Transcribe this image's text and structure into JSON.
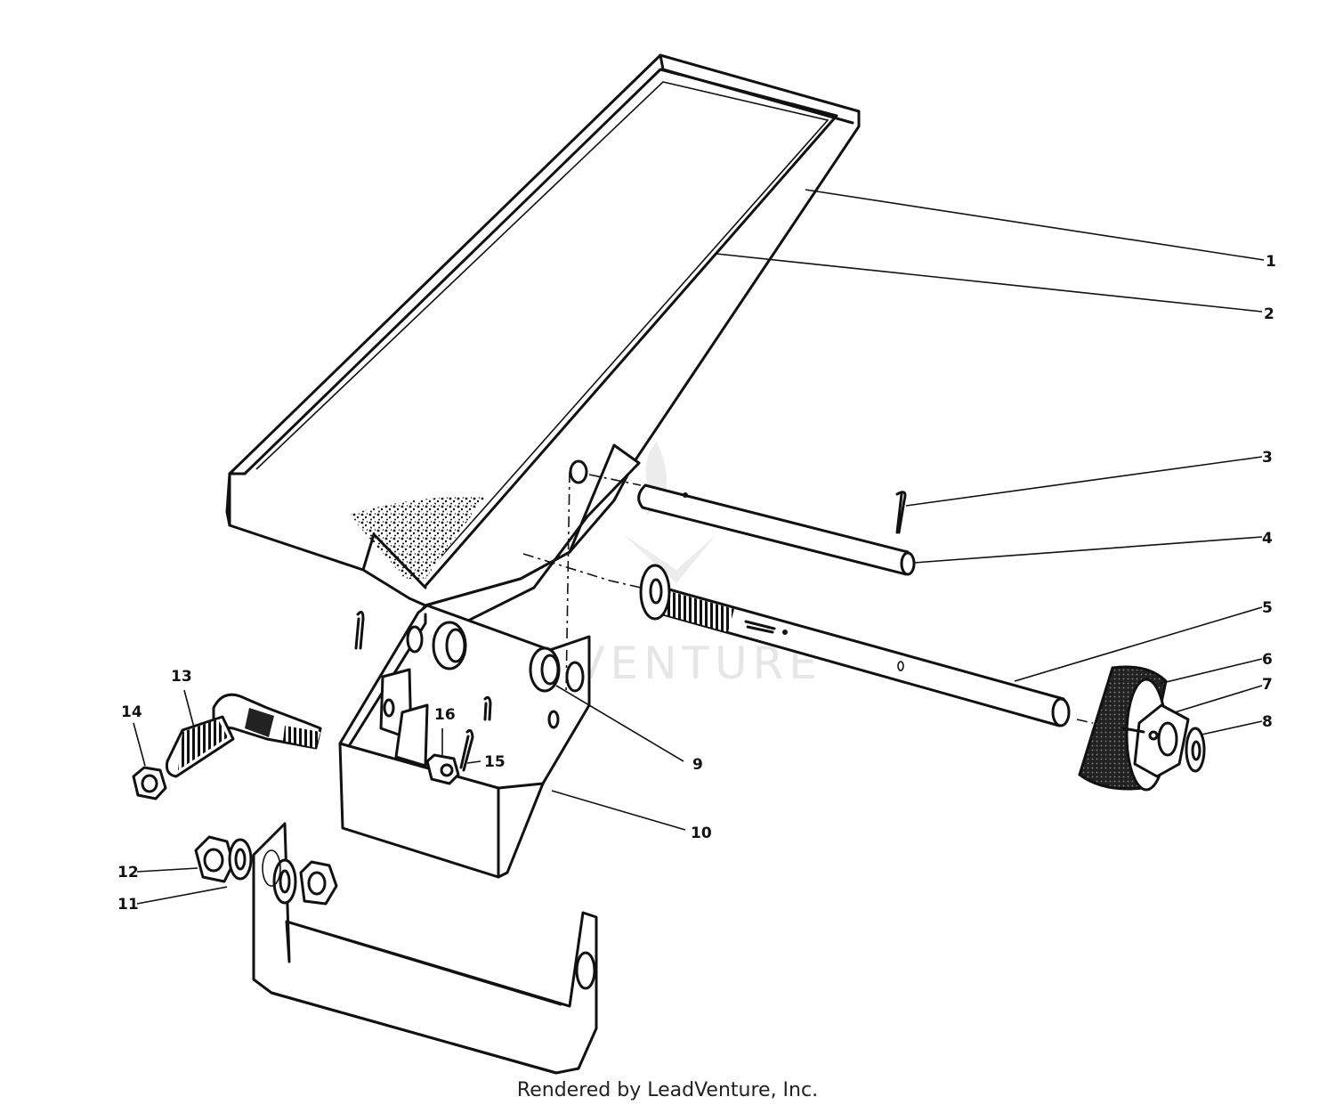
{
  "diagram": {
    "callouts": [
      "1",
      "2",
      "3",
      "4",
      "5",
      "6",
      "7",
      "8",
      "9",
      "10",
      "11",
      "12",
      "13",
      "14",
      "15",
      "16"
    ],
    "watermark": "LEADVENTURE",
    "footer": "Rendered by LeadVenture, Inc."
  },
  "colors": {
    "ink": "#111111",
    "watermark": "#e6e6e6",
    "background": "#ffffff"
  }
}
